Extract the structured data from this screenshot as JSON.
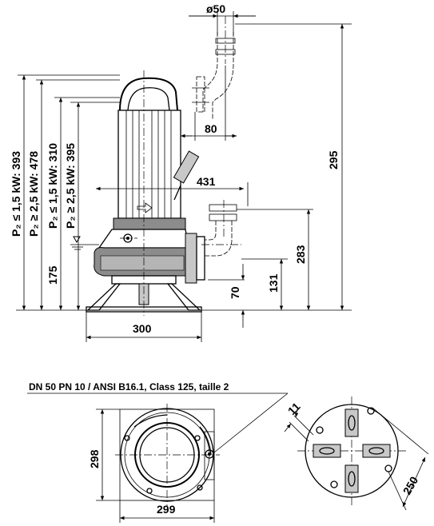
{
  "dimensions": {
    "pipe_diameter": "ø50",
    "outlet_offset": "80",
    "overall_height": "295",
    "total_width": "431",
    "outlet_height": "283",
    "inlet_height": "131",
    "flange_height": "70",
    "min_water_level": "175",
    "base_width": "300",
    "flange_plan_height": "298",
    "flange_plan_width": "299",
    "base_hole_diameter": "11",
    "base_circle": "250"
  },
  "power_labels": [
    "P₂ ≤ 1,5 kW: 393",
    "P₂ ≥ 2,5 kW: 478",
    "P₂ ≤ 1,5 kW: 310",
    "P₂ ≥ 2,5 kW: 395"
  ],
  "flange_note": "DN 50 PN 10 / ANSI B16.1, Class 125, taille 2",
  "colors": {
    "line": "#000000",
    "shade": "#8c8c8c",
    "light_shade": "#c8c8c8"
  }
}
